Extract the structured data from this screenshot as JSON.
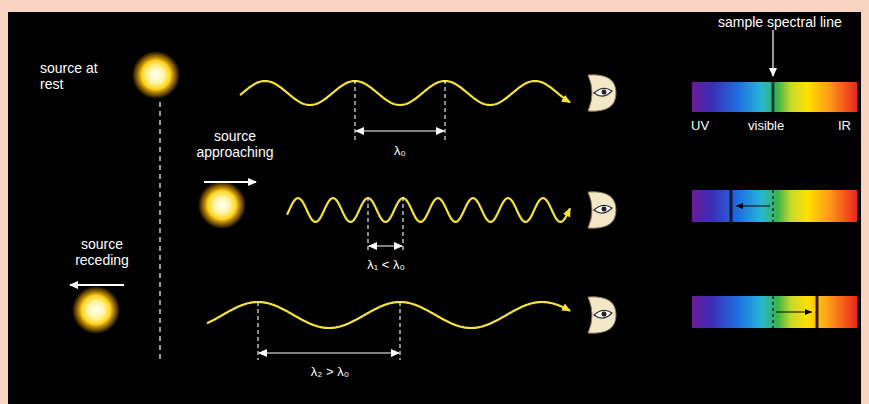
{
  "diagram": {
    "labels": [
      "source at rest",
      "sample spectral line",
      "UV",
      "visible",
      "IR",
      "source approaching",
      "λ₀",
      "λ₁ < λ₀",
      "source receding",
      "λ₂ > λ₀"
    ]
  }
}
